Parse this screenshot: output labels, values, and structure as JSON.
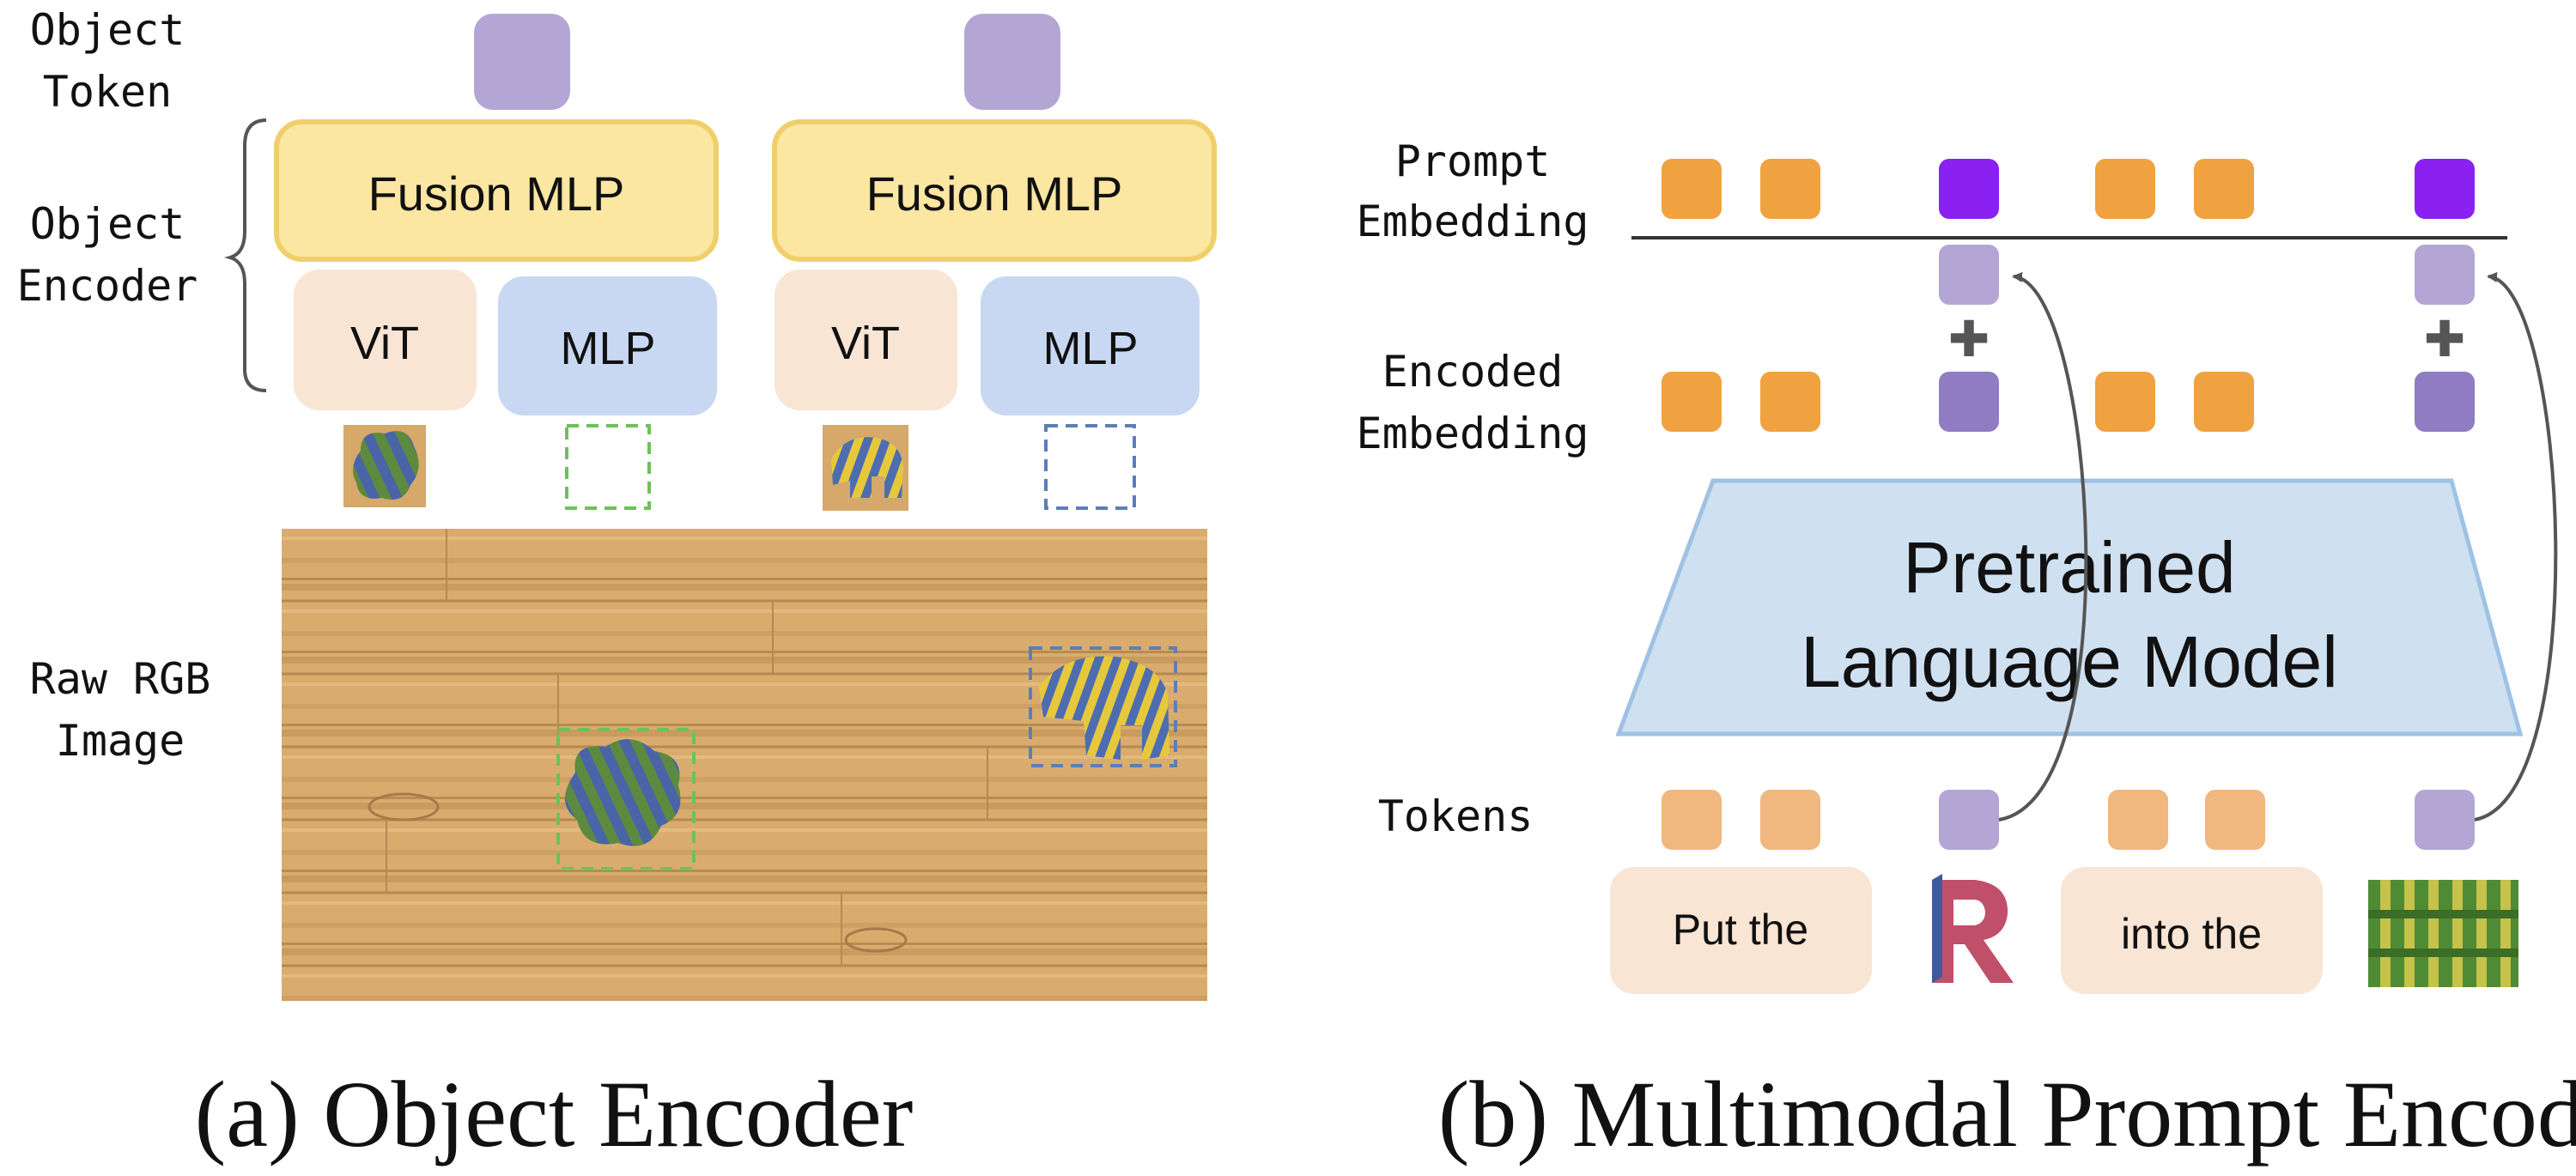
{
  "panel_a": {
    "labels": {
      "object_token": [
        "Object",
        "Token"
      ],
      "object_encoder": [
        "Object",
        "Encoder"
      ],
      "raw_rgb_image": [
        "Raw RGB",
        "Image"
      ]
    },
    "fusion_mlp": "Fusion MLP",
    "vit": "ViT",
    "mlp": "MLP",
    "caption": "(a) Object Encoder"
  },
  "panel_b": {
    "labels": {
      "prompt_embedding": [
        "Prompt",
        "Embedding"
      ],
      "encoded_embedding": [
        "Encoded",
        "Embedding"
      ],
      "tokens": "Tokens"
    },
    "plm": [
      "Pretrained",
      "Language Model"
    ],
    "plus": "✚",
    "words": [
      "Put the",
      "into the"
    ],
    "caption": "(b) Multimodal Prompt Encoder"
  },
  "colors": {
    "object_token": "#b3a6d4",
    "fusion_fill": "#fbe6a2",
    "fusion_stroke": "#f0cf6b",
    "vit_fill": "#f9e5d4",
    "mlp_fill": "#c9d8f2",
    "green_box": "#6cc25a",
    "blue_box": "#5b7fb5",
    "orange_embed": "#f0a140",
    "purple_prompt": "#8a21f0",
    "purple_encoded": "#8f7cc2",
    "token_orange": "#f0b77e",
    "plm_fill": "#cfe0f1",
    "plm_stroke": "#9fc2e4",
    "word_fill": "#f9e5d4"
  }
}
